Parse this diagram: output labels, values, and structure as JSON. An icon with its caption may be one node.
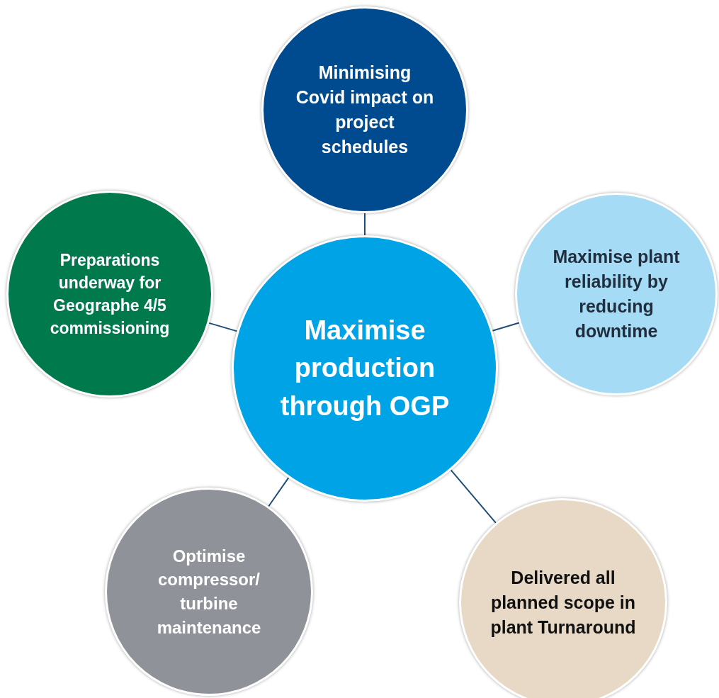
{
  "diagram": {
    "nodes": [
      {
        "text": [
          "Minimising Covid impact on project schedules"
        ]
      },
      {
        "text": [
          "Preparations underway for Geographe 4/5 commissioning"
        ]
      },
      {
        "text": [
          "Maximise production through OGP"
        ]
      },
      {
        "text": [
          "Maximise plant reliability by reducing downtime"
        ]
      },
      {
        "text": [
          "Optimise compressor/ turbine maintenance"
        ]
      },
      {
        "text": [
          "Delivered all planned scope in plant Turnaround"
        ]
      }
    ],
    "edges": [
      {
        "from": 2,
        "to": 0,
        "arrow": "none"
      },
      {
        "from": 2,
        "to": 1,
        "arrow": "none"
      },
      {
        "from": 2,
        "to": 3,
        "arrow": "none"
      },
      {
        "from": 2,
        "to": 4,
        "arrow": "none"
      },
      {
        "from": 2,
        "to": 5,
        "arrow": "none"
      }
    ]
  }
}
